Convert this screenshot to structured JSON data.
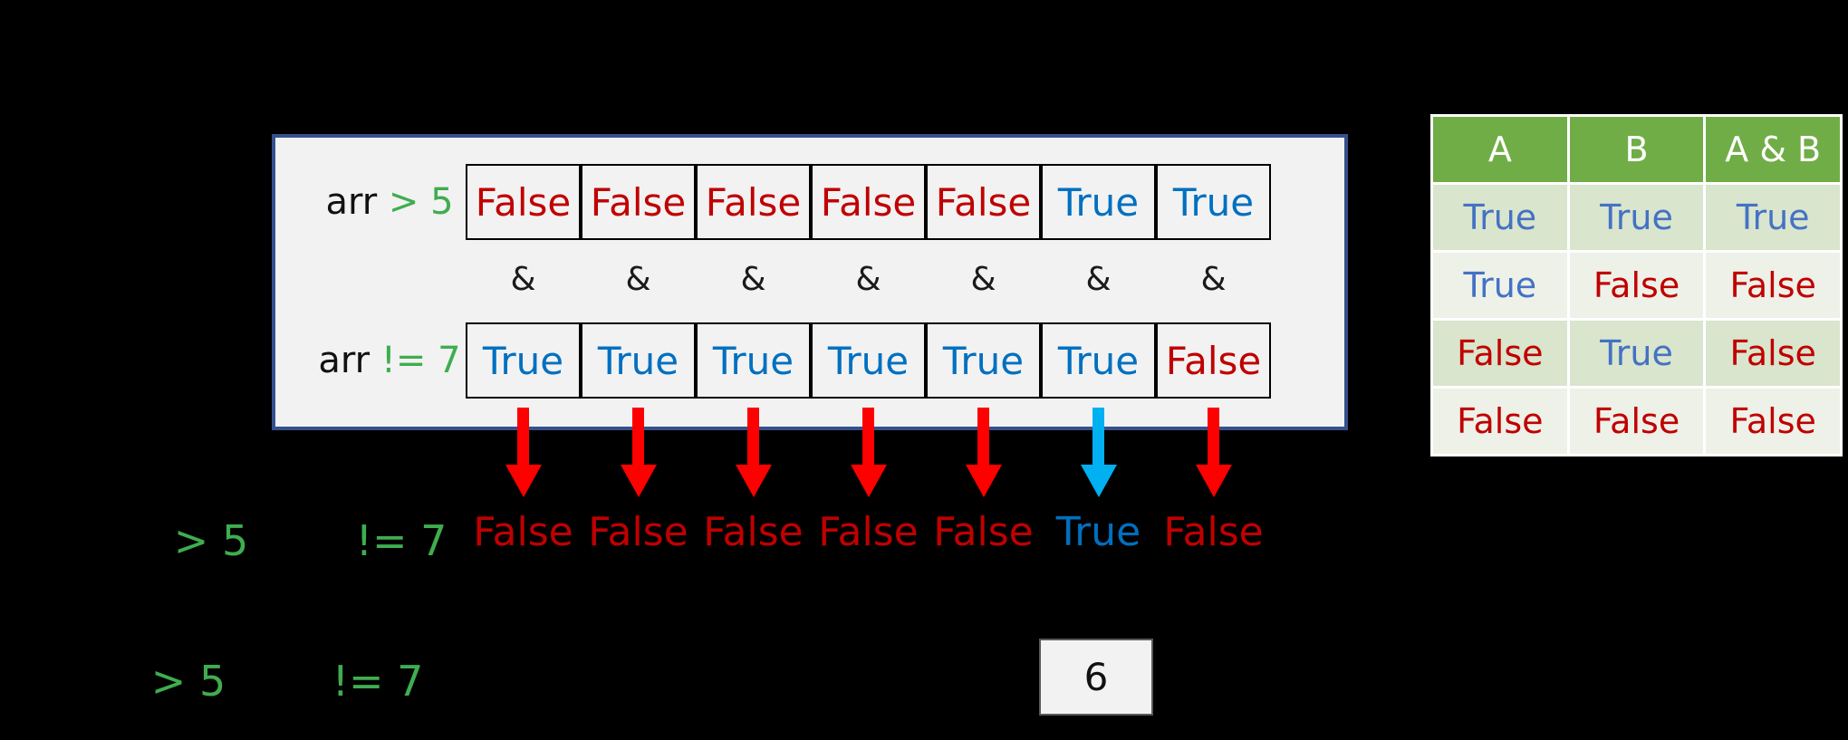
{
  "colors": {
    "background": "#000000",
    "panel_background": "#F2F2F2",
    "panel_border": "#35508C",
    "true_box_blue": "#0070C0",
    "true_table_blue": "#4472C4",
    "false_red": "#C00000",
    "arrow_red": "#FF0000",
    "arrow_blue": "#00B0F0",
    "operator_green": "#3FAD4F",
    "table_header_green": "#70AD47",
    "table_band_dark": "#D9E5CD",
    "table_band_light": "#EDF1E8"
  },
  "panel": {
    "row1": {
      "var": "arr ",
      "op": "> 5",
      "values": [
        "False",
        "False",
        "False",
        "False",
        "False",
        "True",
        "True"
      ]
    },
    "operator": "&",
    "row2": {
      "var": "arr ",
      "op": "!= 7",
      "values": [
        "True",
        "True",
        "True",
        "True",
        "True",
        "True",
        "False"
      ]
    }
  },
  "result": {
    "values": [
      "False",
      "False",
      "False",
      "False",
      "False",
      "True",
      "False"
    ]
  },
  "mid_labels": {
    "gt": "> 5",
    "ne": "!= 7"
  },
  "bottom_labels": {
    "gt": "> 5",
    "ne": "!= 7"
  },
  "output_box": {
    "value": "6"
  },
  "truth_table": {
    "headers": [
      "A",
      "B",
      "A & B"
    ],
    "rows": [
      [
        "True",
        "True",
        "True"
      ],
      [
        "True",
        "False",
        "False"
      ],
      [
        "False",
        "True",
        "False"
      ],
      [
        "False",
        "False",
        "False"
      ]
    ]
  }
}
